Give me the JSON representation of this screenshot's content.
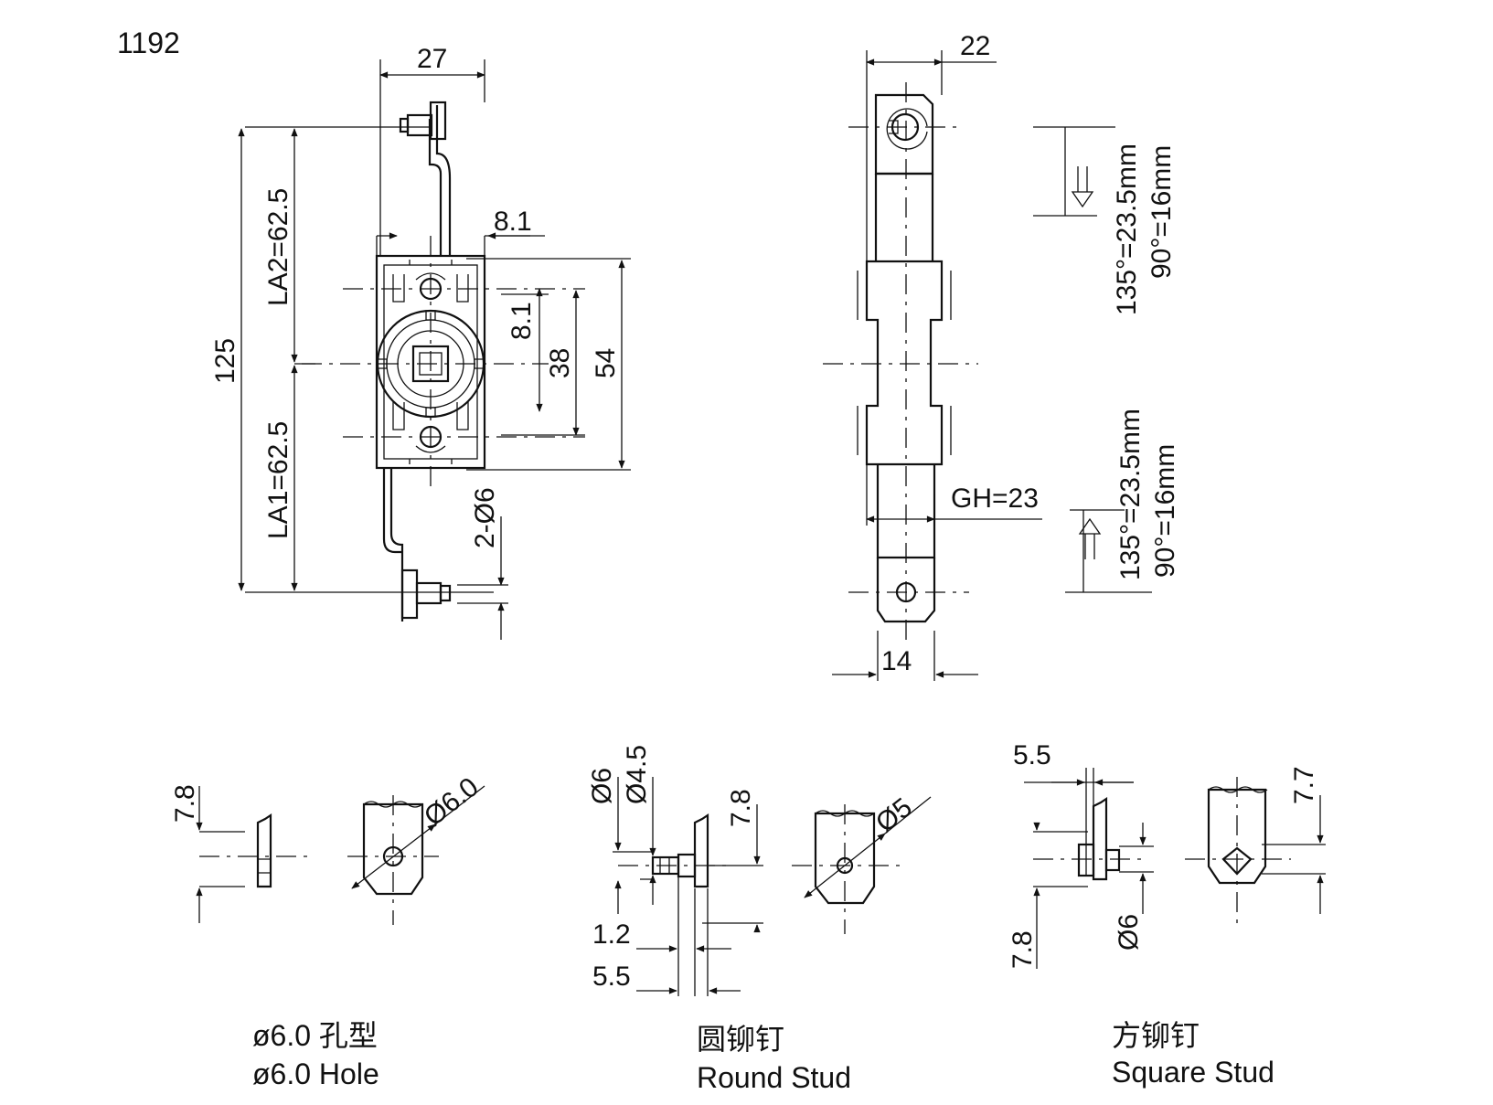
{
  "part_number": "1192",
  "main_view": {
    "width": "27",
    "offset": "8.1",
    "total_length": "125",
    "la2": "LA2=62.5",
    "la1": "LA1=62.5",
    "hole_spacing": "8.1",
    "inner_height": "38",
    "body_height": "54",
    "holes": "2-Ø6"
  },
  "side_view": {
    "width": "22",
    "gh": "GH=23",
    "end_width": "14",
    "travel_top": [
      "135°=23.5mm",
      "90°=16mm"
    ],
    "travel_bottom": [
      "135°=23.5mm",
      "90°=16mm"
    ]
  },
  "details": [
    {
      "dims": [
        "7.8",
        "Ø6.0"
      ],
      "caption_cn": "ø6.0 孔型",
      "caption_en": "ø6.0 Hole"
    },
    {
      "dims": [
        "Ø6",
        "Ø4.5",
        "7.8",
        "Ø5",
        "1.2",
        "5.5"
      ],
      "caption_cn": "圆铆钉",
      "caption_en": "Round Stud"
    },
    {
      "dims": [
        "5.5",
        "7.7",
        "7.8",
        "Ø6"
      ],
      "caption_cn": "方铆钉",
      "caption_en": "Square Stud"
    }
  ]
}
